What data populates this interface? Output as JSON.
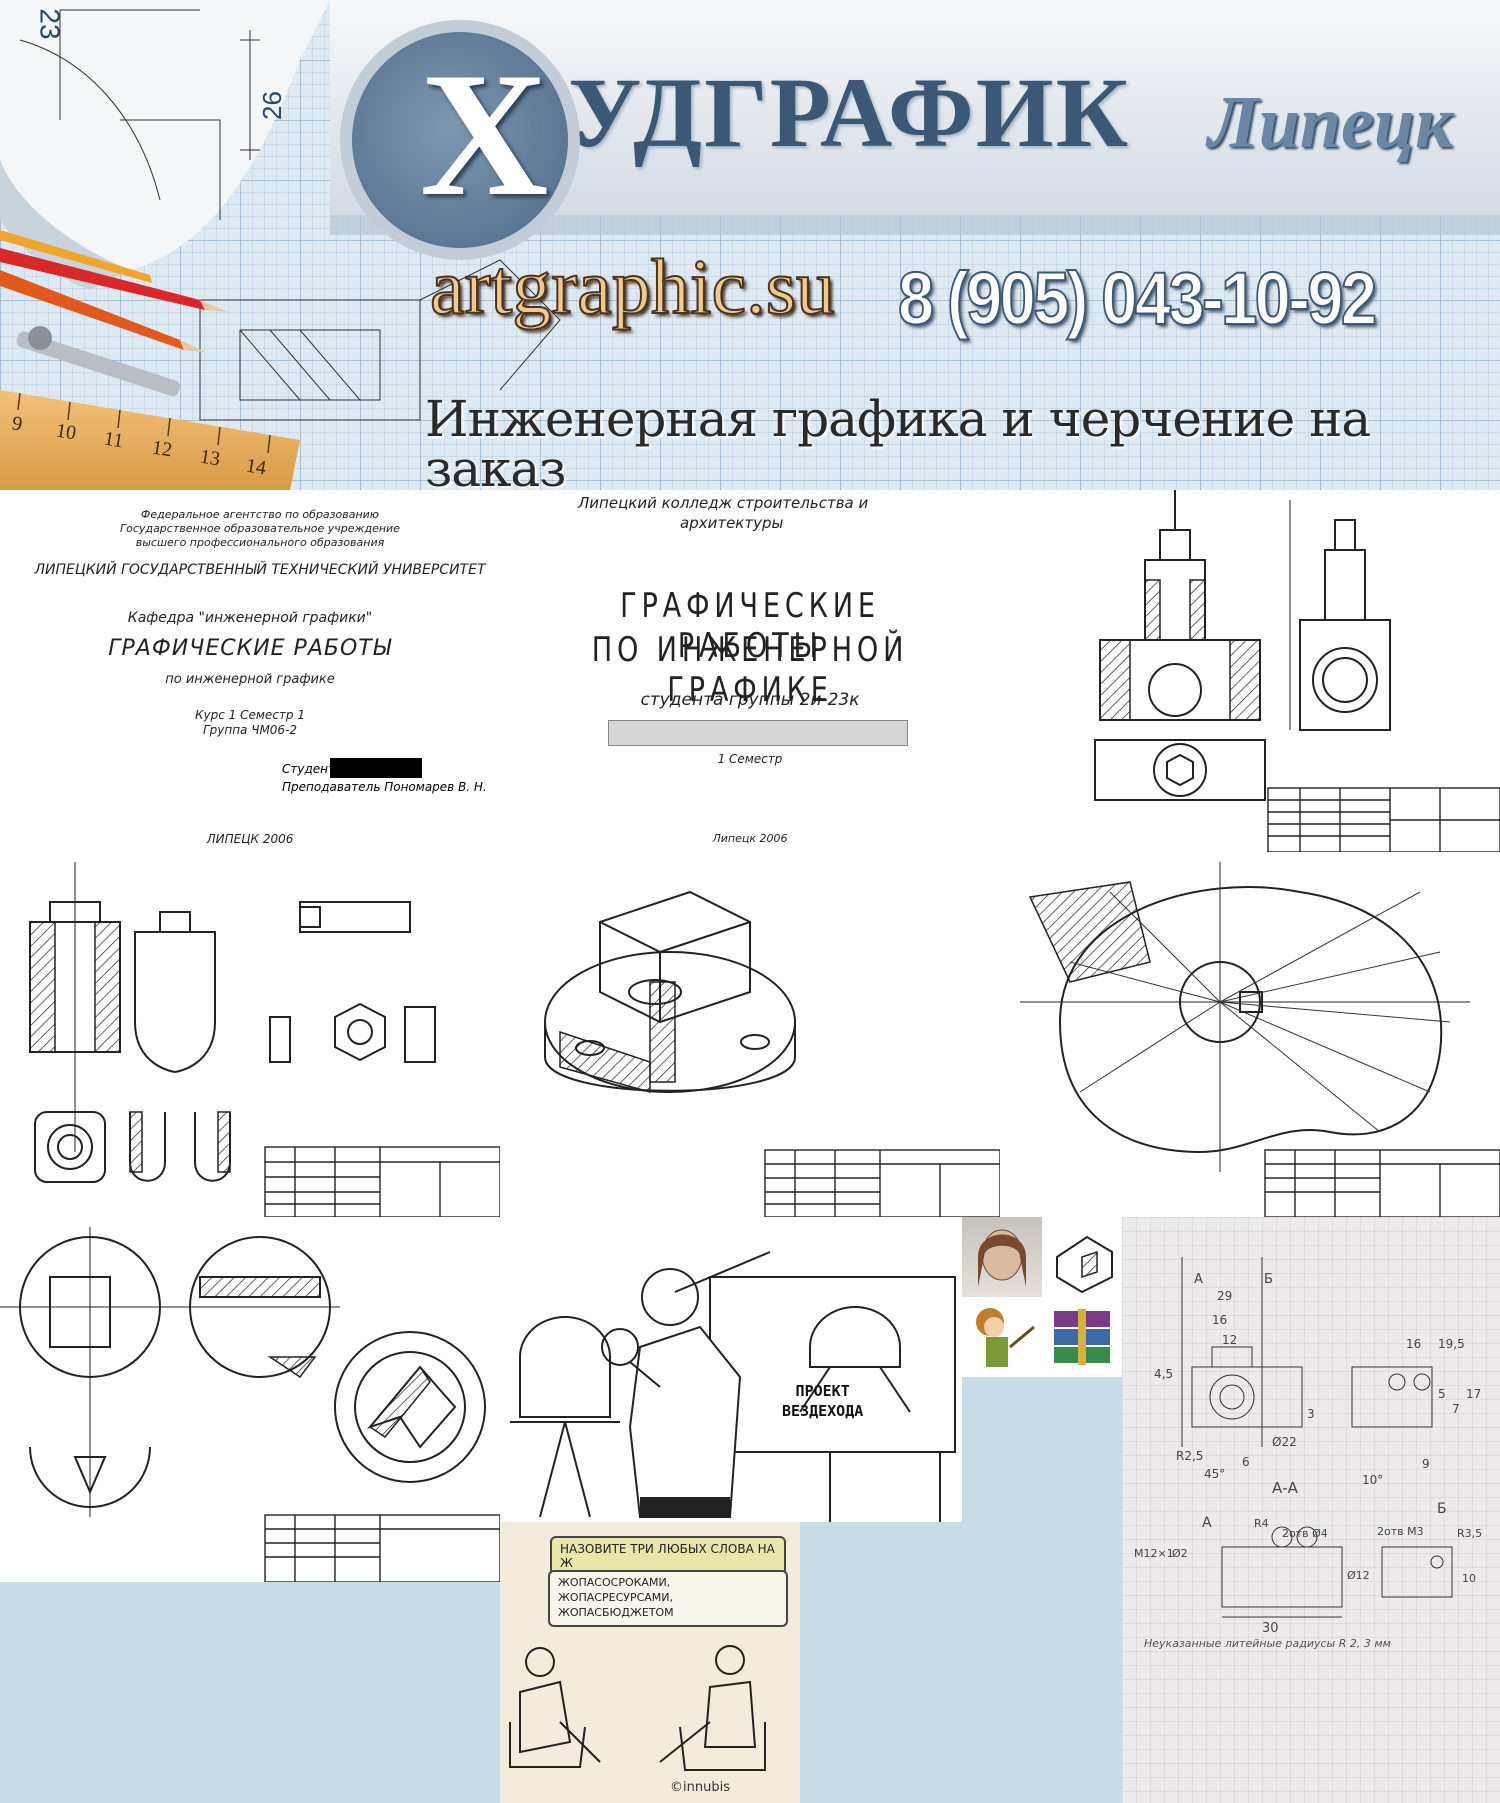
{
  "banner": {
    "logo_letter": "Х",
    "logo_rest": "УДГРАФИК",
    "city": "Липецк",
    "site": "artgraphic.su",
    "phone": "8 (905) 043-10-92",
    "slogan": "Инженерная графика и черчение на заказ",
    "deco_dim_a": "26",
    "deco_dim_b": "23",
    "ruler_ticks": [
      "9",
      "10",
      "11",
      "12",
      "13",
      "14"
    ]
  },
  "doc1": {
    "agency_lines": [
      "Федеральное агентство по образованию",
      "Государственное образовательное учреждение",
      "высшего профессионального образования"
    ],
    "university": "ЛИПЕЦКИЙ ГОСУДАРСТВЕННЫЙ ТЕХНИЧЕСКИЙ УНИВЕРСИТЕТ",
    "department": "Кафедра \"инженерной графики\"",
    "title": "ГРАФИЧЕСКИЕ РАБОТЫ",
    "subtitle": "по инженерной графике",
    "course": "Курс 1   Семестр 1",
    "group": "Группа ЧМ06-2",
    "student_label": "Студент",
    "teacher": "Преподаватель  Пономарев В. Н.",
    "city_year": "ЛИПЕЦК  2006"
  },
  "doc2": {
    "college": "Липецкий  колледж  строительства  и",
    "college2": "архитектуры",
    "title1": "ГРАФИЧЕСКИЕ РАБОТЫ",
    "title2": "ПО ИНЖЕНЕРНОЙ ГРАФИКЕ",
    "student_group": "студента группы 2и-23к",
    "semester": "1   Семестр",
    "city_year": "Липецк 2006"
  },
  "cartoon": {
    "sign_line1": "ПРОЕКТ",
    "sign_line2": "ВЕЗДЕХОДА"
  },
  "comic": {
    "question": "НАЗОВИТЕ ТРИ ЛЮБЫХ СЛОВА НА Ж",
    "answer1": "ЖОПАСОСРОКАМИ, ЖОПАСРЕСУРСАМИ,",
    "answer2": "ЖОПАСБЮДЖЕТОМ",
    "credit": "©innubis"
  },
  "sketch": {
    "labels": [
      "А",
      "Б",
      "29",
      "16",
      "12",
      "4,5",
      "3",
      "Ø22",
      "R2,5",
      "45°",
      "6",
      "16",
      "19,5",
      "5",
      "7",
      "17",
      "10°",
      "9",
      "А-А",
      "А",
      "2отв Ø4",
      "Б",
      "2отв М3",
      "R3,5",
      "М12×1",
      "Ø2",
      "R4",
      "Ø12",
      "10",
      "30"
    ],
    "note": "Неуказанные    литейные   радиусы   R 2, 3 мм"
  },
  "colors": {
    "banner_title": "#2e4a68",
    "logo_circle": "#5f7b98",
    "site_text": "#f2c98a",
    "slogan": "#2a2a2a",
    "background": "#c8dcea"
  }
}
